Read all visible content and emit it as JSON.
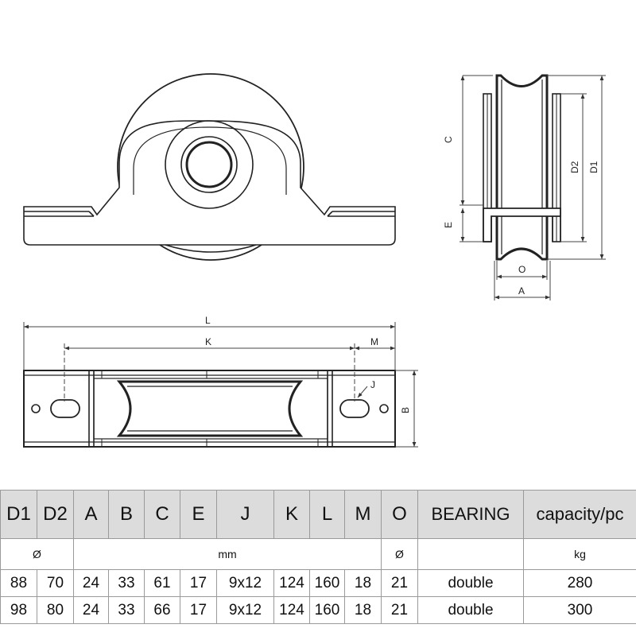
{
  "dimension_labels": {
    "C": "C",
    "E": "E",
    "D2": "D2",
    "D1": "D1",
    "O": "O",
    "A": "A",
    "L": "L",
    "K": "K",
    "M": "M",
    "J": "J",
    "B": "B"
  },
  "table": {
    "headers": [
      "D1",
      "D2",
      "A",
      "B",
      "C",
      "E",
      "J",
      "K",
      "L",
      "M",
      "O",
      "BEARING",
      "capacity/pc"
    ],
    "units": {
      "diameter_left": "Ø",
      "mm": "mm",
      "diameter_right": "Ø",
      "bearing": "",
      "capacity": "kg"
    },
    "rows": [
      [
        "88",
        "70",
        "24",
        "33",
        "61",
        "17",
        "9x12",
        "124",
        "160",
        "18",
        "21",
        "double",
        "280"
      ],
      [
        "98",
        "80",
        "24",
        "33",
        "66",
        "17",
        "9x12",
        "124",
        "160",
        "18",
        "21",
        "double",
        "300"
      ]
    ]
  }
}
